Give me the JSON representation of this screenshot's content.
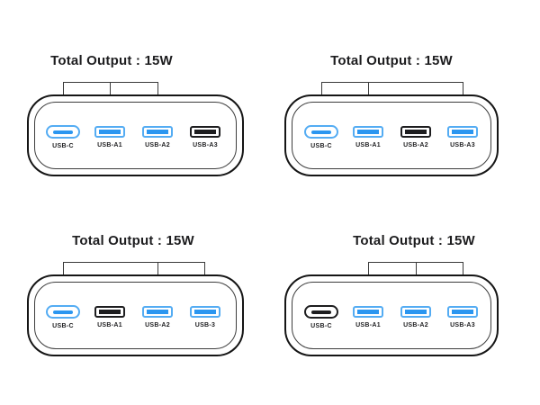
{
  "colors": {
    "highlight_port_border": "#54acf3",
    "highlight_port_fill": "#2b96f0",
    "inactive_port": "#1d1d1f",
    "connector_line": "#3a3a3a",
    "device_outline": "#151515",
    "background": "#ffffff"
  },
  "panels": [
    {
      "title": "Total Output : 15W",
      "ports": [
        {
          "label": "USB-C",
          "type": "usb-c",
          "highlighted": true,
          "connected": true
        },
        {
          "label": "USB-A1",
          "type": "usb-a",
          "highlighted": true,
          "connected": true
        },
        {
          "label": "USB-A2",
          "type": "usb-a",
          "highlighted": true,
          "connected": true
        },
        {
          "label": "USB-A3",
          "type": "usb-a",
          "highlighted": false,
          "connected": false
        }
      ]
    },
    {
      "title": "Total Output : 15W",
      "ports": [
        {
          "label": "USB-C",
          "type": "usb-c",
          "highlighted": true,
          "connected": true
        },
        {
          "label": "USB-A1",
          "type": "usb-a",
          "highlighted": true,
          "connected": true
        },
        {
          "label": "USB-A2",
          "type": "usb-a",
          "highlighted": false,
          "connected": false
        },
        {
          "label": "USB-A3",
          "type": "usb-a",
          "highlighted": true,
          "connected": true
        }
      ]
    },
    {
      "title": "Total Output : 15W",
      "ports": [
        {
          "label": "USB-C",
          "type": "usb-c",
          "highlighted": true,
          "connected": true
        },
        {
          "label": "USB-A1",
          "type": "usb-a",
          "highlighted": false,
          "connected": false
        },
        {
          "label": "USB-A2",
          "type": "usb-a",
          "highlighted": true,
          "connected": true
        },
        {
          "label": "USB-3",
          "type": "usb-a",
          "highlighted": true,
          "connected": true
        }
      ]
    },
    {
      "title": "Total Output : 15W",
      "ports": [
        {
          "label": "USB-C",
          "type": "usb-c",
          "highlighted": false,
          "connected": false
        },
        {
          "label": "USB-A1",
          "type": "usb-a",
          "highlighted": true,
          "connected": true
        },
        {
          "label": "USB-A2",
          "type": "usb-a",
          "highlighted": true,
          "connected": true
        },
        {
          "label": "USB-A3",
          "type": "usb-a",
          "highlighted": true,
          "connected": true
        }
      ]
    }
  ]
}
